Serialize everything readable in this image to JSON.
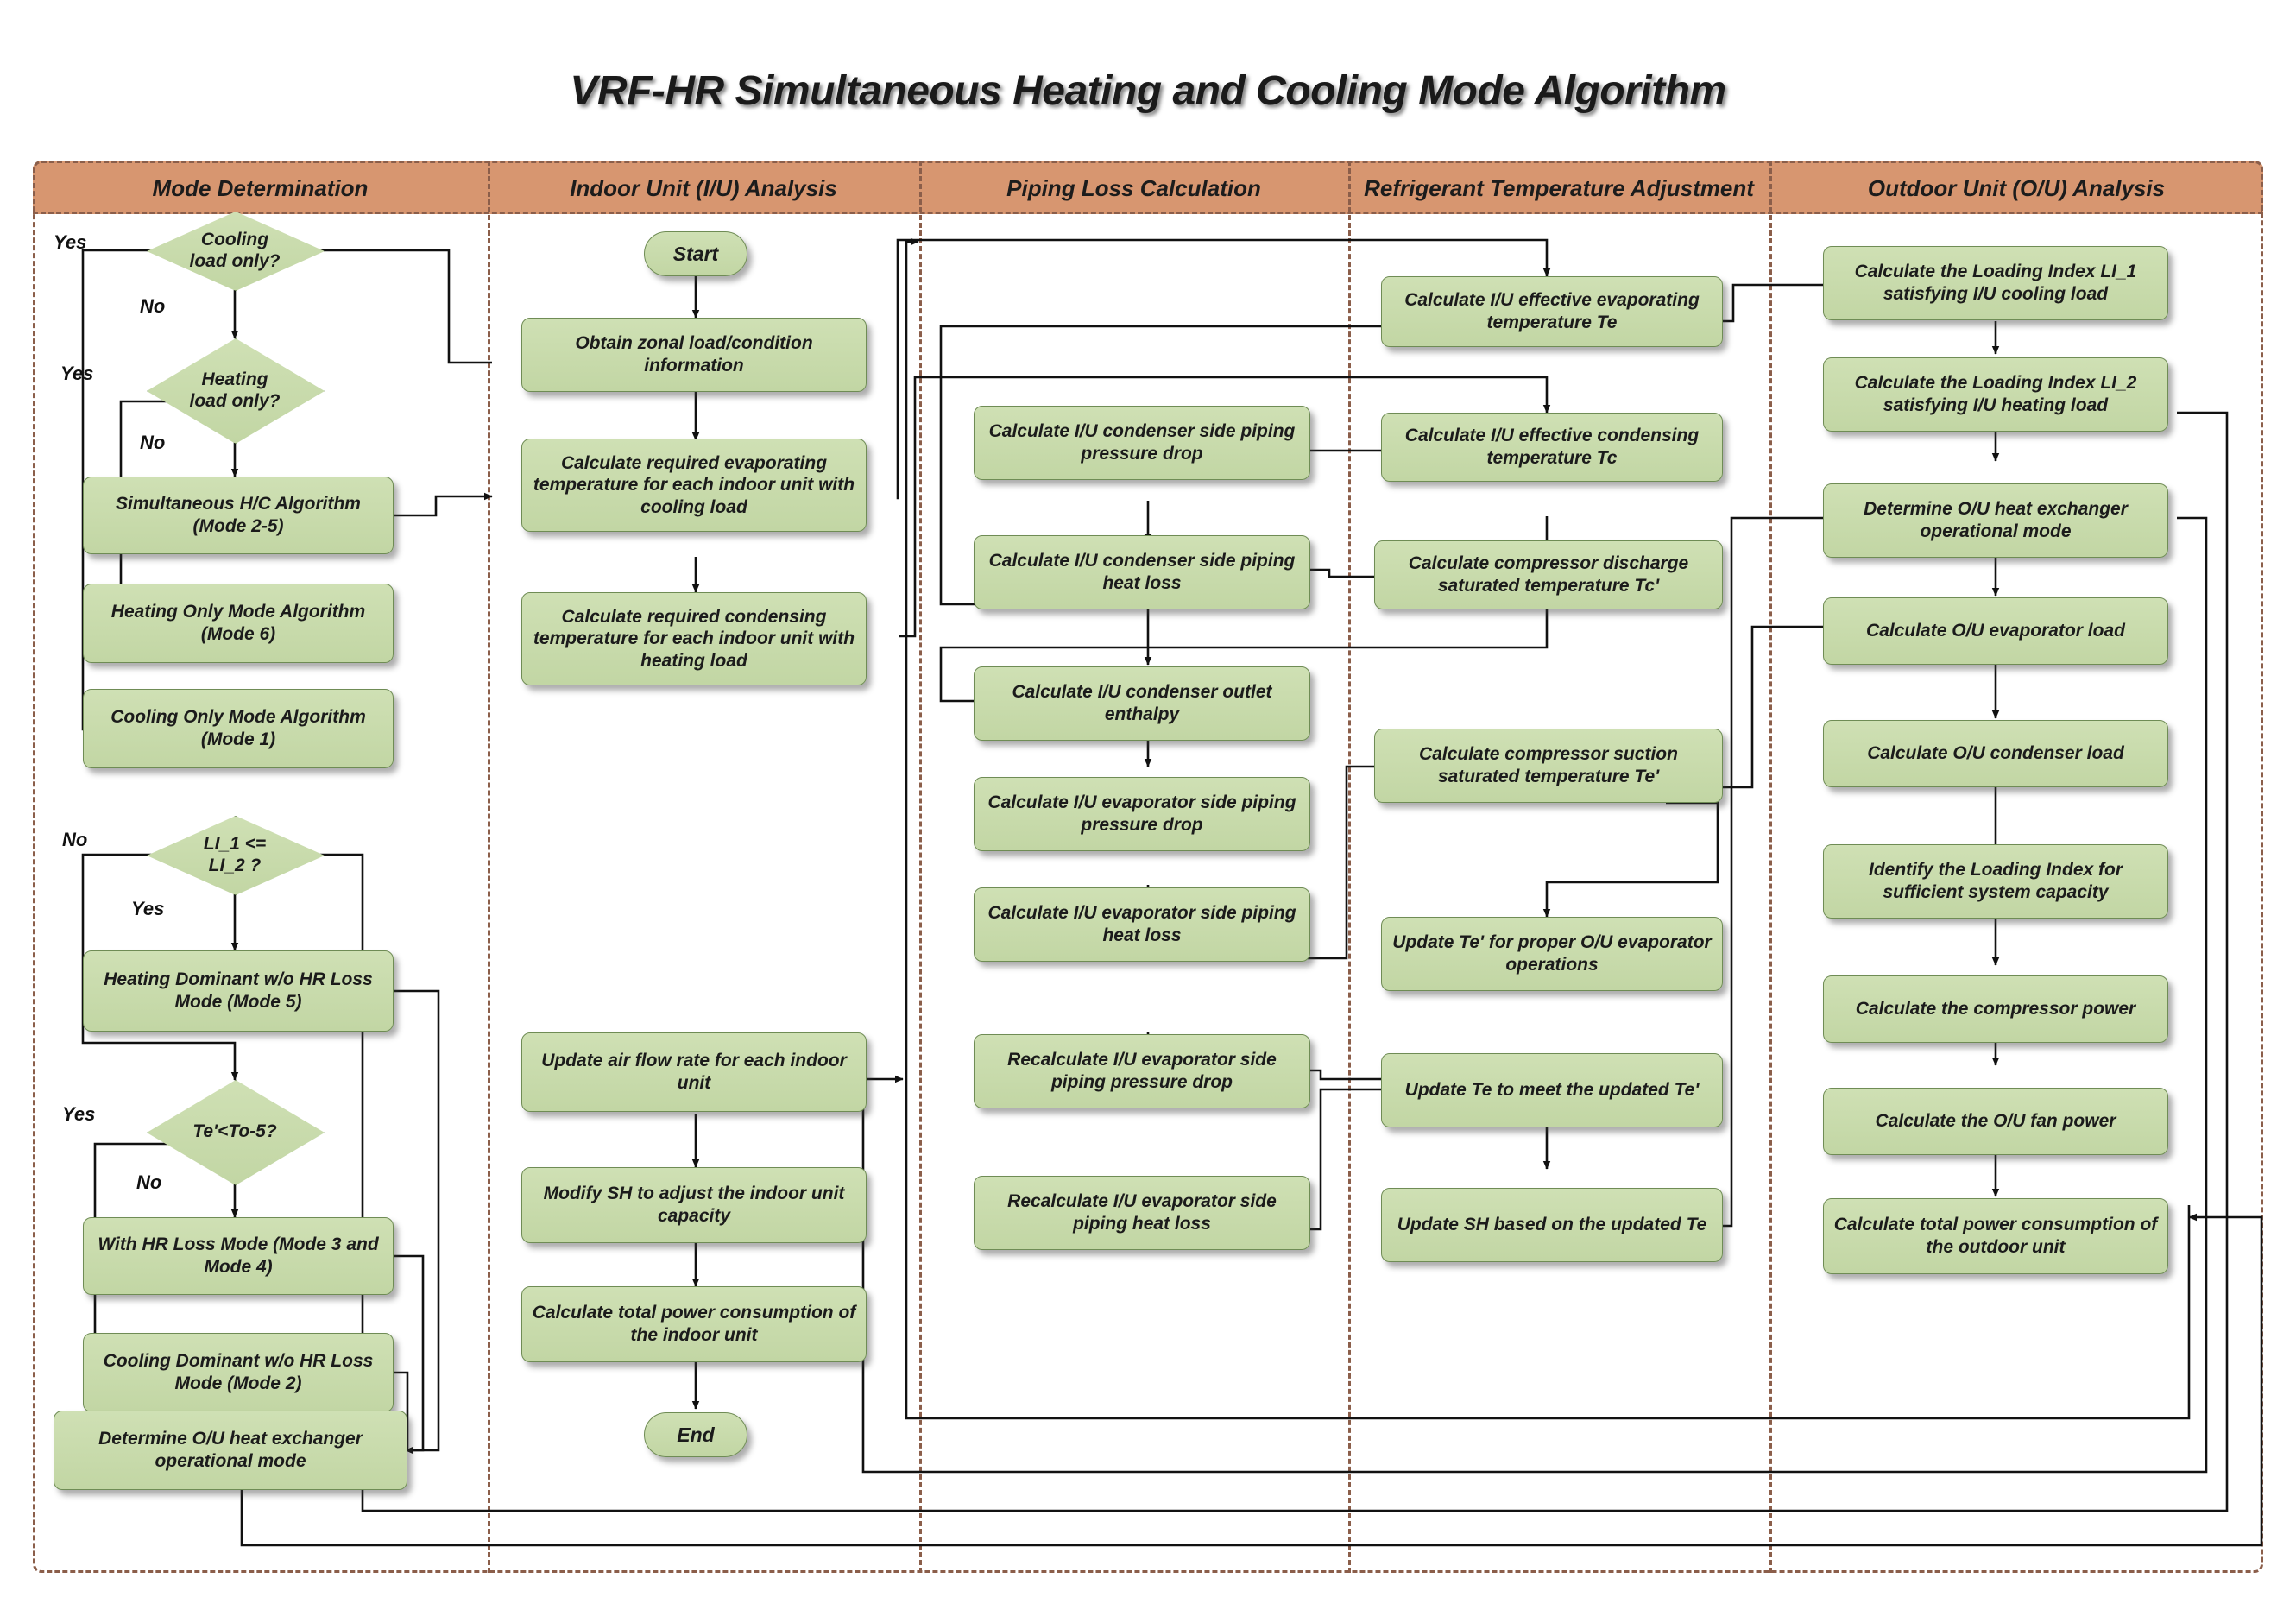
{
  "title": "VRF-HR Simultaneous Heating and Cooling Mode Algorithm",
  "colors": {
    "lane_header_bg": "#d79670",
    "lane_border": "#8b5e4a",
    "node_fill": "#c9dcad",
    "node_border": "#6f8c55",
    "connector": "#1a1a1a",
    "title_text": "#1a1a1a"
  },
  "lanes": [
    {
      "id": "mode",
      "label": "Mode Determination"
    },
    {
      "id": "iu",
      "label": "Indoor Unit (I/U) Analysis"
    },
    {
      "id": "piping",
      "label": "Piping Loss Calculation"
    },
    {
      "id": "refrig",
      "label": "Refrigerant Temperature Adjustment"
    },
    {
      "id": "ou",
      "label": "Outdoor Unit (O/U) Analysis"
    }
  ],
  "nodes": {
    "cooling_only_q": "Cooling\nload only?",
    "heating_only_q": "Heating\nload only?",
    "simul_hc": "Simultaneous H/C Algorithm (Mode 2-5)",
    "heating_only_mode": "Heating Only Mode Algorithm (Mode 6)",
    "cooling_only_mode": "Cooling Only Mode Algorithm (Mode 1)",
    "li_compare_q": "LI_1 <=\nLI_2 ?",
    "heat_dominant": "Heating Dominant w/o HR Loss Mode (Mode 5)",
    "te_to_q": "Te'<To-5?",
    "with_hr_loss": "With HR Loss Mode (Mode 3 and Mode 4)",
    "cool_dominant": "Cooling Dominant w/o HR Loss Mode (Mode 2)",
    "determine_ou_hx_left": "Determine O/U heat exchanger operational mode",
    "start": "Start",
    "obtain_zonal": "Obtain zonal load/condition information",
    "calc_req_evap": "Calculate required evaporating temperature for each indoor unit with cooling load",
    "calc_req_cond": "Calculate required condensing temperature for each indoor unit with heating load",
    "update_airflow": "Update air flow rate for each indoor unit",
    "modify_sh": "Modify SH to adjust the indoor unit capacity",
    "calc_total_power_iu": "Calculate total power consumption of the indoor unit",
    "end": "End",
    "cond_press_drop": "Calculate I/U condenser side piping pressure drop",
    "cond_heat_loss": "Calculate I/U condenser side piping heat loss",
    "cond_outlet_enth": "Calculate I/U condenser outlet enthalpy",
    "evap_press_drop": "Calculate I/U evaporator side piping pressure drop",
    "evap_heat_loss": "Calculate I/U evaporator side piping heat loss",
    "recalc_evap_press": "Recalculate I/U evaporator side piping pressure drop",
    "recalc_evap_heat": "Recalculate I/U evaporator side piping heat loss",
    "calc_te": "Calculate I/U effective evaporating temperature Te",
    "calc_tc": "Calculate I/U effective condensing temperature Tc",
    "calc_tc_prime": "Calculate compressor discharge saturated temperature Tc'",
    "calc_te_prime": "Calculate compressor suction saturated temperature Te'",
    "update_te_prime": "Update Te' for proper O/U evaporator operations",
    "update_te": "Update Te to meet the updated Te'",
    "update_sh": "Update SH based on the updated Te",
    "li1": "Calculate the Loading Index LI_1 satisfying I/U cooling load",
    "li2": "Calculate the Loading Index LI_2 satisfying I/U heating load",
    "determine_ou_hx_right": "Determine O/U heat exchanger operational mode",
    "ou_evap_load": "Calculate O/U evaporator load",
    "ou_cond_load": "Calculate O/U condenser load",
    "identify_li": "Identify the Loading Index for sufficient system capacity",
    "compressor_power": "Calculate the compressor power",
    "ou_fan_power": "Calculate the O/U fan power",
    "total_power_ou": "Calculate total power consumption of the outdoor unit"
  },
  "edge_labels": {
    "cooling_yes": "Yes",
    "cooling_no": "No",
    "heating_yes": "Yes",
    "heating_no": "No",
    "li_no": "No",
    "li_yes": "Yes",
    "te_yes": "Yes",
    "te_no": "No"
  }
}
